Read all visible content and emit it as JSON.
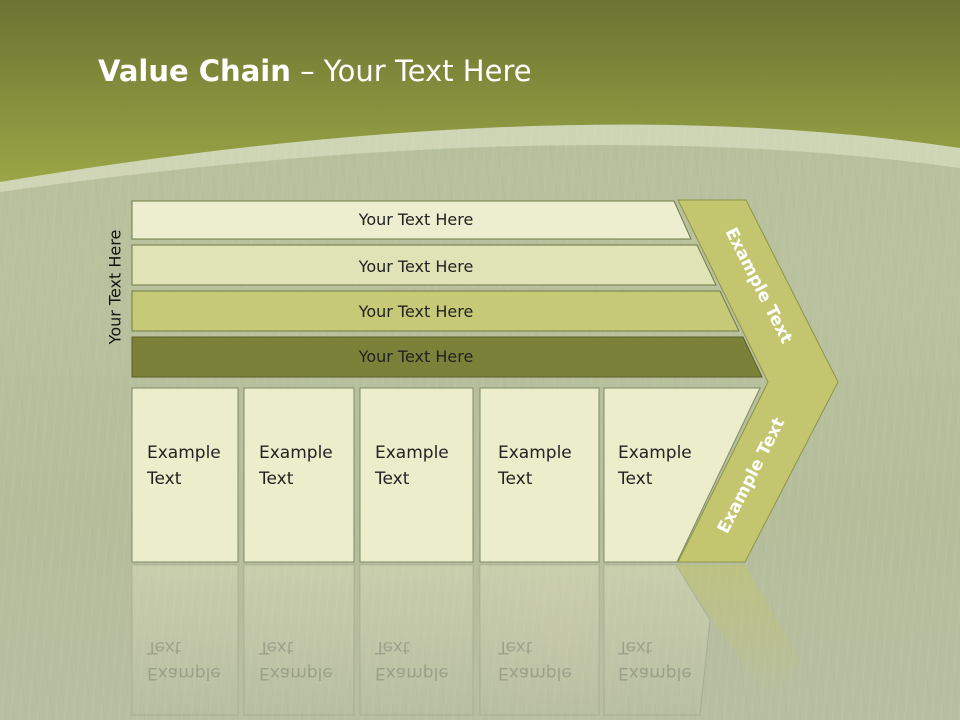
{
  "title": {
    "bold": "Value Chain",
    "rest": " – Your Text Here"
  },
  "side_label": "Your Text Here",
  "bars": [
    {
      "label": "Your Text Here"
    },
    {
      "label": "Your Text Here"
    },
    {
      "label": "Your Text Here"
    },
    {
      "label": "Your Text Here"
    }
  ],
  "chevron": {
    "upper_label": "Example Text",
    "lower_label": "Example Text"
  },
  "boxes": [
    {
      "line1": "Example",
      "line2": "Text"
    },
    {
      "line1": "Example",
      "line2": "Text"
    },
    {
      "line1": "Example",
      "line2": "Text"
    },
    {
      "line1": "Example",
      "line2": "Text"
    },
    {
      "line1": "Example",
      "line2": "Text"
    }
  ],
  "colors": {
    "header_dark": "#6b7432",
    "header_light": "#9aa646",
    "bar_1": "#eceecf",
    "bar_2": "#dfe3b6",
    "bar_3": "#c6ca77",
    "bar_4": "#7b8138",
    "chevron": "#c3c66e",
    "box_fill": "#ebedcb"
  }
}
